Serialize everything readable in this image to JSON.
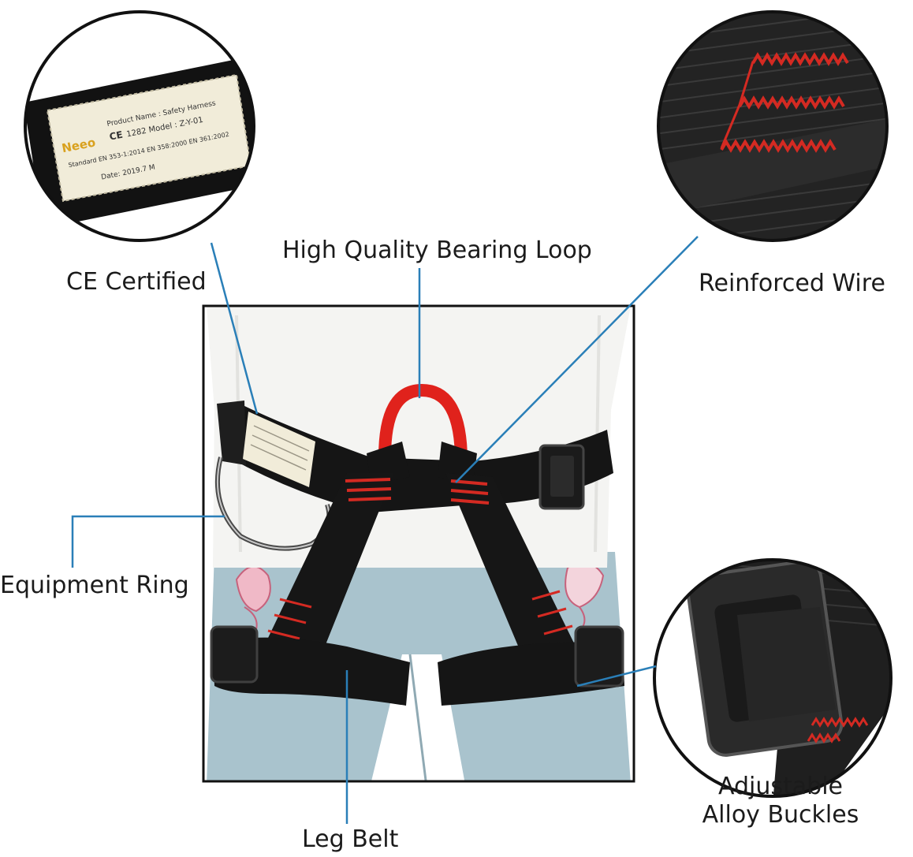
{
  "callouts": {
    "ce_certified": "CE Certified",
    "bearing_loop": "High Quality Bearing Loop",
    "reinforced_wire": "Reinforced Wire",
    "equipment_ring": "Equipment Ring",
    "adjustable_buckles_line1": "Adjustable",
    "adjustable_buckles_line2": "Alloy Buckles",
    "leg_belt": "Leg Belt"
  },
  "tag": {
    "product_name": "Product Name : Safety Harness",
    "model": "1282 Model : Z-Y-01",
    "ce_mark": "CE",
    "standard": "Standard EN 353-1:2014 EN 358:2000 EN 361:2002",
    "date": "Date: 2019.7  M",
    "brand": "Neeo"
  },
  "colors": {
    "leader_line": "#2a7fb8",
    "webbing": "#141414",
    "stitch_red": "#d42a22",
    "loop_red": "#e0221c",
    "shirt": "#f4f4f2",
    "jeans": "#a9c3cd",
    "tag_bg": "#f1ecd9"
  }
}
